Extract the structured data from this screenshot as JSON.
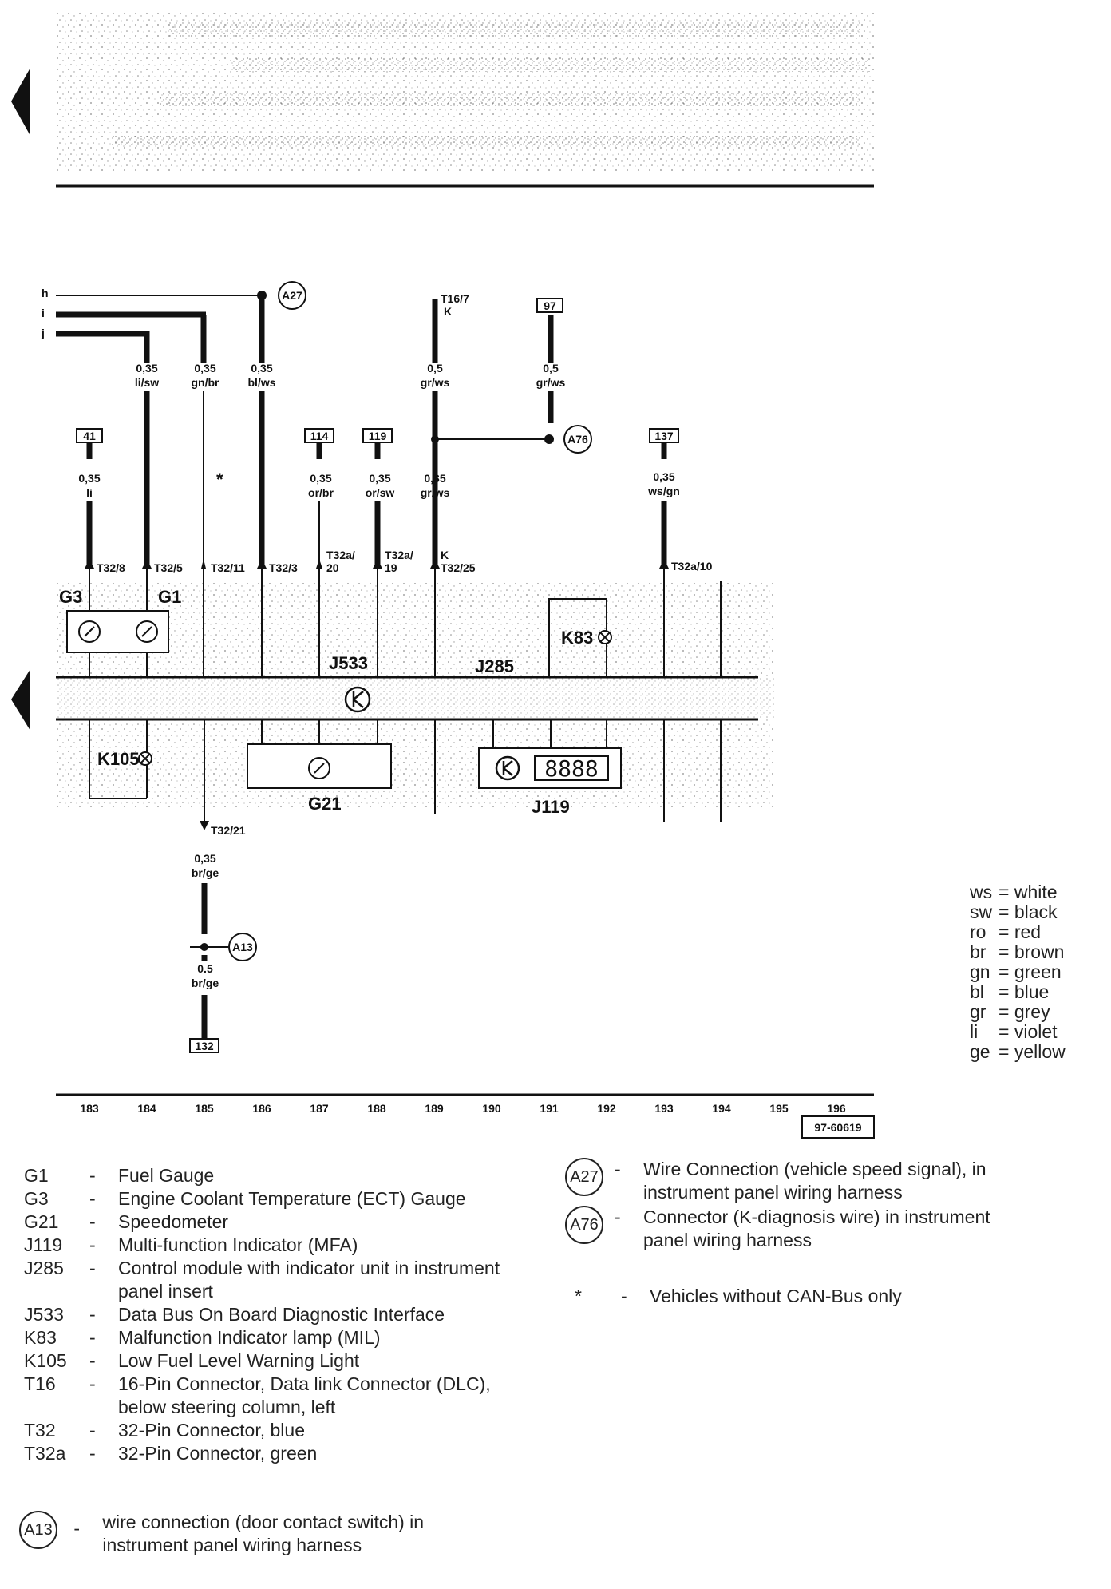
{
  "diagram": {
    "wires_left": [
      "h",
      "i",
      "j"
    ],
    "wire_labels": {
      "li_sw": {
        "size": "0,35",
        "color": "li/sw"
      },
      "gn_br": {
        "size": "0,35",
        "color": "gn/br"
      },
      "bl_ws": {
        "size": "0,35",
        "color": "bl/ws"
      },
      "t16_gr_ws": {
        "size": "0,5",
        "color": "gr/ws"
      },
      "w97_gr_ws": {
        "size": "0,5",
        "color": "gr/ws"
      },
      "w41": {
        "size": "0,35",
        "color": "li"
      },
      "w114": {
        "size": "0,35",
        "color": "or/br"
      },
      "w119": {
        "size": "0,35",
        "color": "or/sw"
      },
      "w189": {
        "size": "0,35",
        "color": "gr/ws"
      },
      "w137": {
        "size": "0,35",
        "color": "ws/gn"
      },
      "w185_low": {
        "size": "0,35",
        "color": "br/ge"
      },
      "w185_bottom": {
        "size": "0.5",
        "color": "br/ge"
      }
    },
    "boxed_refs": [
      "97",
      "41",
      "114",
      "119",
      "137",
      "132"
    ],
    "circle_refs": [
      "A27",
      "A76",
      "A13"
    ],
    "asterisk": "*",
    "t16_pin": "T16/7",
    "t16_k": "K",
    "pins": {
      "p1": "T32/8",
      "p2": "T32/5",
      "p3": "T32/11",
      "p4": "T32/3",
      "p5a": "T32a/",
      "p5b": "20",
      "p6a": "T32a/",
      "p6b": "19",
      "p7k": "K",
      "p7": "T32/25",
      "p8": "T32a/10",
      "p9": "T32/21"
    },
    "components": {
      "g3": "G3",
      "g1": "G1",
      "j533": "J533",
      "j285": "J285",
      "k83": "K83",
      "k105": "K105",
      "g21": "G21",
      "j119": "J119",
      "mfa_display": "8888"
    },
    "columns": [
      "183",
      "184",
      "185",
      "186",
      "187",
      "188",
      "189",
      "190",
      "191",
      "192",
      "193",
      "194",
      "195",
      "196"
    ],
    "drawing_number": "97-60619"
  },
  "color_legend": [
    {
      "code": "ws",
      "name": "white"
    },
    {
      "code": "sw",
      "name": "black"
    },
    {
      "code": "ro",
      "name": "red"
    },
    {
      "code": "br",
      "name": "brown"
    },
    {
      "code": "gn",
      "name": "green"
    },
    {
      "code": "bl",
      "name": "blue"
    },
    {
      "code": "gr",
      "name": "grey"
    },
    {
      "code": "li",
      "name": "violet"
    },
    {
      "code": "ge",
      "name": "yellow"
    }
  ],
  "legend_left": [
    {
      "code": "G1",
      "desc": "Fuel Gauge"
    },
    {
      "code": "G3",
      "desc": "Engine Coolant Temperature (ECT) Gauge"
    },
    {
      "code": "G21",
      "desc": "Speedometer"
    },
    {
      "code": "J119",
      "desc": "Multi-function Indicator (MFA)"
    },
    {
      "code": "J285",
      "desc": "Control module with indicator unit in instrument",
      "desc2": "panel insert"
    },
    {
      "code": "J533",
      "desc": "Data Bus On Board Diagnostic Interface"
    },
    {
      "code": "K83",
      "desc": "Malfunction Indicator lamp (MIL)"
    },
    {
      "code": "K105",
      "desc": "Low Fuel Level Warning Light"
    },
    {
      "code": "T16",
      "desc": "16-Pin Connector, Data link Connector (DLC),",
      "desc2": "below steering column, left"
    },
    {
      "code": "T32",
      "desc": "32-Pin Connector, blue"
    },
    {
      "code": "T32a",
      "desc": "32-Pin Connector, green"
    }
  ],
  "legend_a13": {
    "code": "A13",
    "desc": "wire connection (door contact switch) in",
    "desc2": "instrument panel wiring harness"
  },
  "legend_right": [
    {
      "code": "A27",
      "desc": "Wire Connection (vehicle speed signal), in",
      "desc2": "instrument panel wiring harness"
    },
    {
      "code": "A76",
      "desc": "Connector (K-diagnosis wire) in instrument",
      "desc2": "panel wiring harness"
    }
  ],
  "legend_star": {
    "code": "*",
    "desc": "Vehicles without CAN-Bus only"
  },
  "legend_dash": "-",
  "colors": {
    "ink": "#111111",
    "paper": "#ffffff",
    "stipple": "#9a9a9a"
  }
}
